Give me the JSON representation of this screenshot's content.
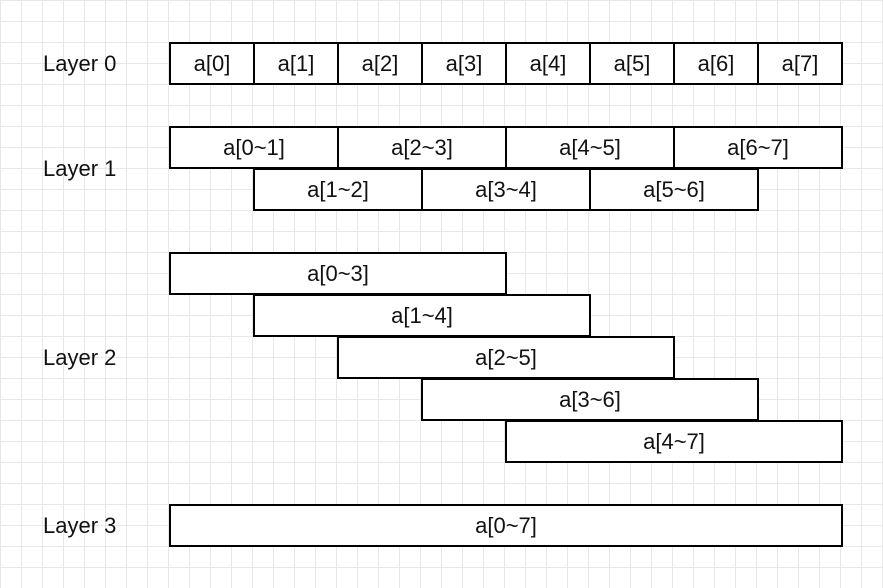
{
  "layers": [
    {
      "label": "Layer 0",
      "rows": [
        {
          "cells": [
            {
              "text": "a[0]",
              "start": 0,
              "end": 0
            },
            {
              "text": "a[1]",
              "start": 1,
              "end": 1
            },
            {
              "text": "a[2]",
              "start": 2,
              "end": 2
            },
            {
              "text": "a[3]",
              "start": 3,
              "end": 3
            },
            {
              "text": "a[4]",
              "start": 4,
              "end": 4
            },
            {
              "text": "a[5]",
              "start": 5,
              "end": 5
            },
            {
              "text": "a[6]",
              "start": 6,
              "end": 6
            },
            {
              "text": "a[7]",
              "start": 7,
              "end": 7
            }
          ]
        }
      ]
    },
    {
      "label": "Layer 1",
      "rows": [
        {
          "cells": [
            {
              "text": "a[0~1]",
              "start": 0,
              "end": 1
            },
            {
              "text": "a[2~3]",
              "start": 2,
              "end": 3
            },
            {
              "text": "a[4~5]",
              "start": 4,
              "end": 5
            },
            {
              "text": "a[6~7]",
              "start": 6,
              "end": 7
            }
          ]
        },
        {
          "cells": [
            {
              "text": "a[1~2]",
              "start": 1,
              "end": 2
            },
            {
              "text": "a[3~4]",
              "start": 3,
              "end": 4
            },
            {
              "text": "a[5~6]",
              "start": 5,
              "end": 6
            }
          ]
        }
      ]
    },
    {
      "label": "Layer 2",
      "rows": [
        {
          "cells": [
            {
              "text": "a[0~3]",
              "start": 0,
              "end": 3
            }
          ]
        },
        {
          "cells": [
            {
              "text": "a[1~4]",
              "start": 1,
              "end": 4
            }
          ]
        },
        {
          "cells": [
            {
              "text": "a[2~5]",
              "start": 2,
              "end": 5
            }
          ]
        },
        {
          "cells": [
            {
              "text": "a[3~6]",
              "start": 3,
              "end": 6
            }
          ]
        },
        {
          "cells": [
            {
              "text": "a[4~7]",
              "start": 4,
              "end": 7
            }
          ]
        }
      ]
    },
    {
      "label": "Layer 3",
      "rows": [
        {
          "cells": [
            {
              "text": "a[0~7]",
              "start": 0,
              "end": 7
            }
          ]
        }
      ]
    }
  ]
}
